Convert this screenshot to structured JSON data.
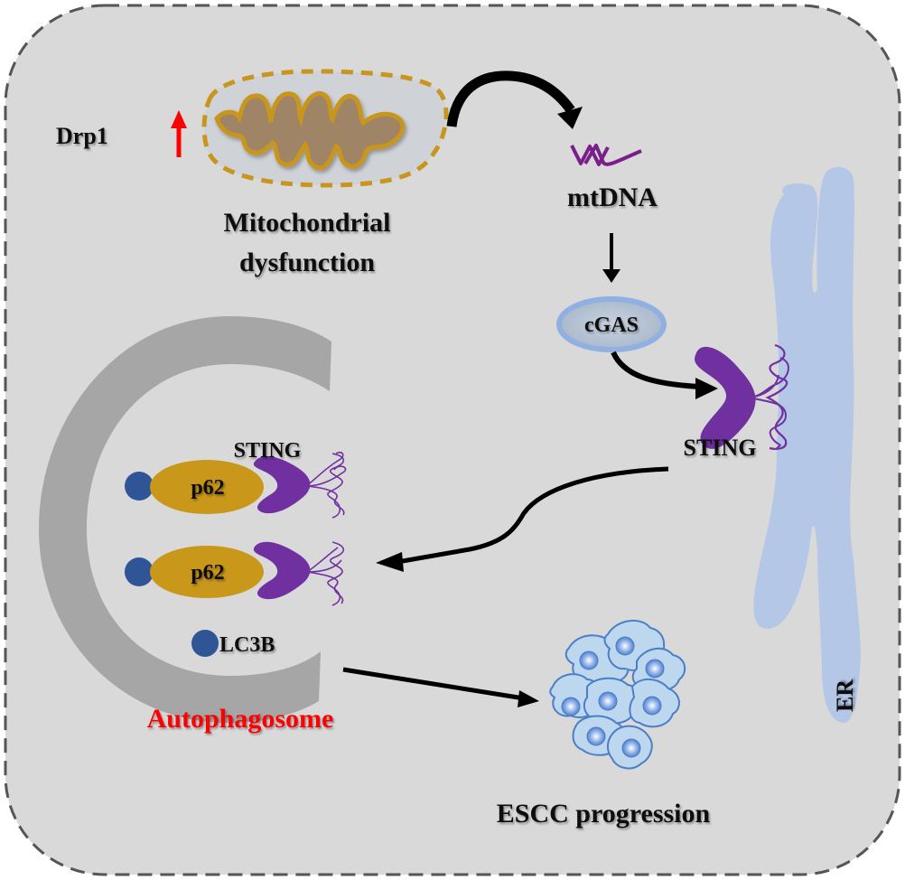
{
  "figure": {
    "type": "pathway-diagram",
    "labels": {
      "drp1": "Drp1",
      "mito_line1": "Mitochondrial",
      "mito_line2": "dysfunction",
      "mtdna": "mtDNA",
      "cgas": "cGAS",
      "sting_er": "STING",
      "sting_auto": "STING",
      "p62_top": "p62",
      "p62_bottom": "p62",
      "lc3b": "LC3B",
      "autophagosome": "Autophagosome",
      "escc": "ESCC progression",
      "er": "ER"
    },
    "indicators": {
      "drp1_change": "up"
    },
    "colors": {
      "background_panel": "#d9d9d9",
      "panel_border": "#555555",
      "upregulation_arrow": "#ff0000",
      "mito_outline": "#c8961e",
      "mito_matrix": "#a08466",
      "dna": "#7a1f8a",
      "cgas_fill": "#b7c4d6",
      "cgas_ring": "#8fb0e0",
      "sting": "#7030a0",
      "er": "#b4c7e7",
      "p62": "#c9971a",
      "lc3b": "#2f5597",
      "autophagosome_membrane": "#a6a6a6",
      "autophagosome_label": "#ff0000",
      "cell_fill": "#bdd7ee",
      "cell_outline": "#4a7fc8",
      "arrows": "#000000"
    },
    "edges": [
      {
        "from": "Mitochondrial dysfunction",
        "to": "mtDNA"
      },
      {
        "from": "mtDNA",
        "to": "cGAS"
      },
      {
        "from": "cGAS",
        "to": "STING"
      },
      {
        "from": "STING",
        "to": "Autophagosome"
      },
      {
        "from": "Autophagosome",
        "to": "ESCC progression"
      }
    ]
  }
}
